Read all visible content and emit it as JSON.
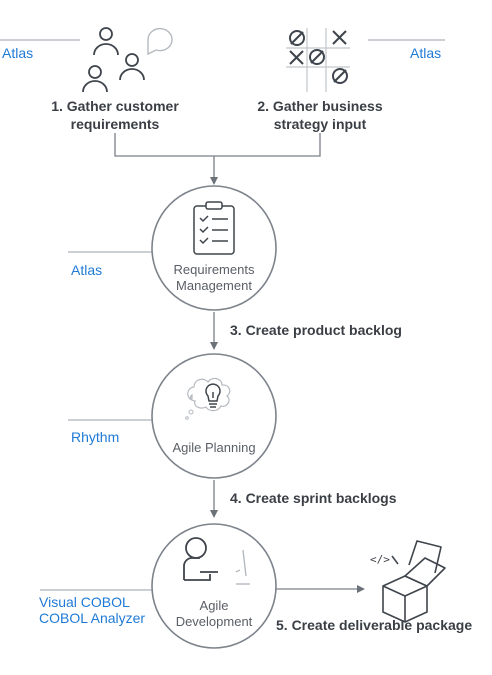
{
  "tools": {
    "atlas_left": "Atlas",
    "atlas_right": "Atlas",
    "atlas_mid": "Atlas",
    "rhythm": "Rhythm",
    "visual_cobol": "Visual COBOL",
    "cobol_analyzer": "COBOL Analyzer"
  },
  "steps": {
    "s1_line1": "1. Gather customer",
    "s1_line2": "requirements",
    "s2_line1": "2. Gather business",
    "s2_line2": "strategy input",
    "s3": "3. Create product backlog",
    "s4": "4. Create sprint backlogs",
    "s5": "5. Create deliverable package"
  },
  "stages": {
    "req_line1": "Requirements",
    "req_line2": "Management",
    "planning": "Agile Planning",
    "dev_line1": "Agile",
    "dev_line2": "Development"
  },
  "icons": {
    "code_glyph": "</>"
  },
  "colors": {
    "line": "#8a9099",
    "blue": "#1f7ad6",
    "text": "#3a3f45",
    "icon": "#3f454c"
  }
}
